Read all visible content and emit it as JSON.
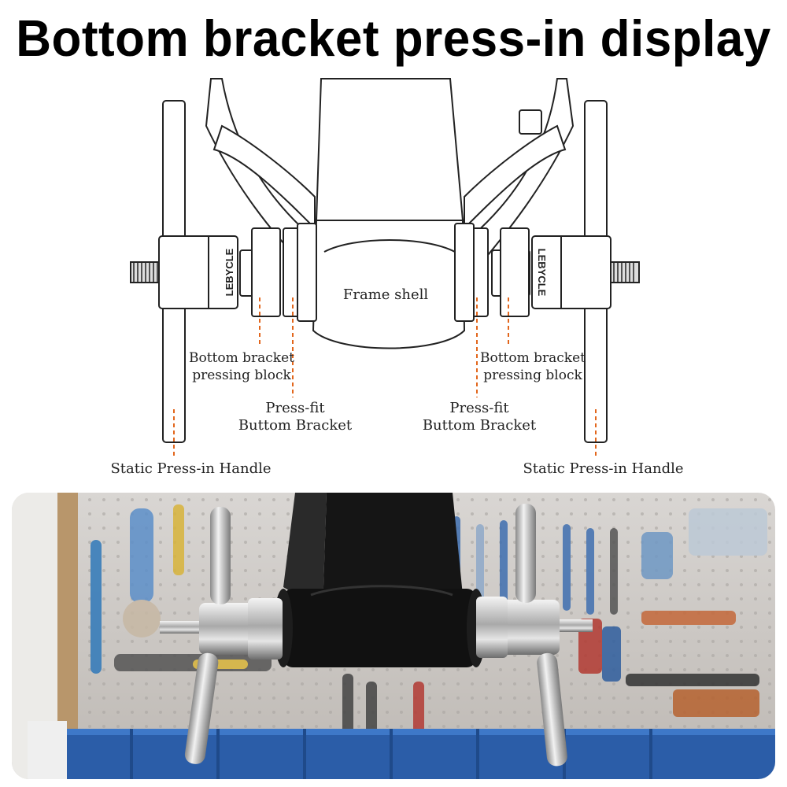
{
  "title": "Bottom bracket press-in display",
  "labels": {
    "frame_shell": "Frame shell",
    "left_block_line1": "Bottom bracket",
    "left_block_line2": "pressing block",
    "right_block_line1": "Bottom bracket",
    "right_block_line2": "pressing block",
    "left_pressfit_line1": "Press-fit",
    "left_pressfit_line2": "Buttom Bracket",
    "right_pressfit_line1": "Press-fit",
    "right_pressfit_line2": "Buttom Bracket",
    "left_handle": "Static Press-in Handle",
    "right_handle": "Static Press-in Handle",
    "brand_left": "LEBYCLE",
    "brand_right": "LEBYCLE"
  },
  "colors": {
    "leader_line": "#e2661c",
    "outline": "#222222"
  }
}
